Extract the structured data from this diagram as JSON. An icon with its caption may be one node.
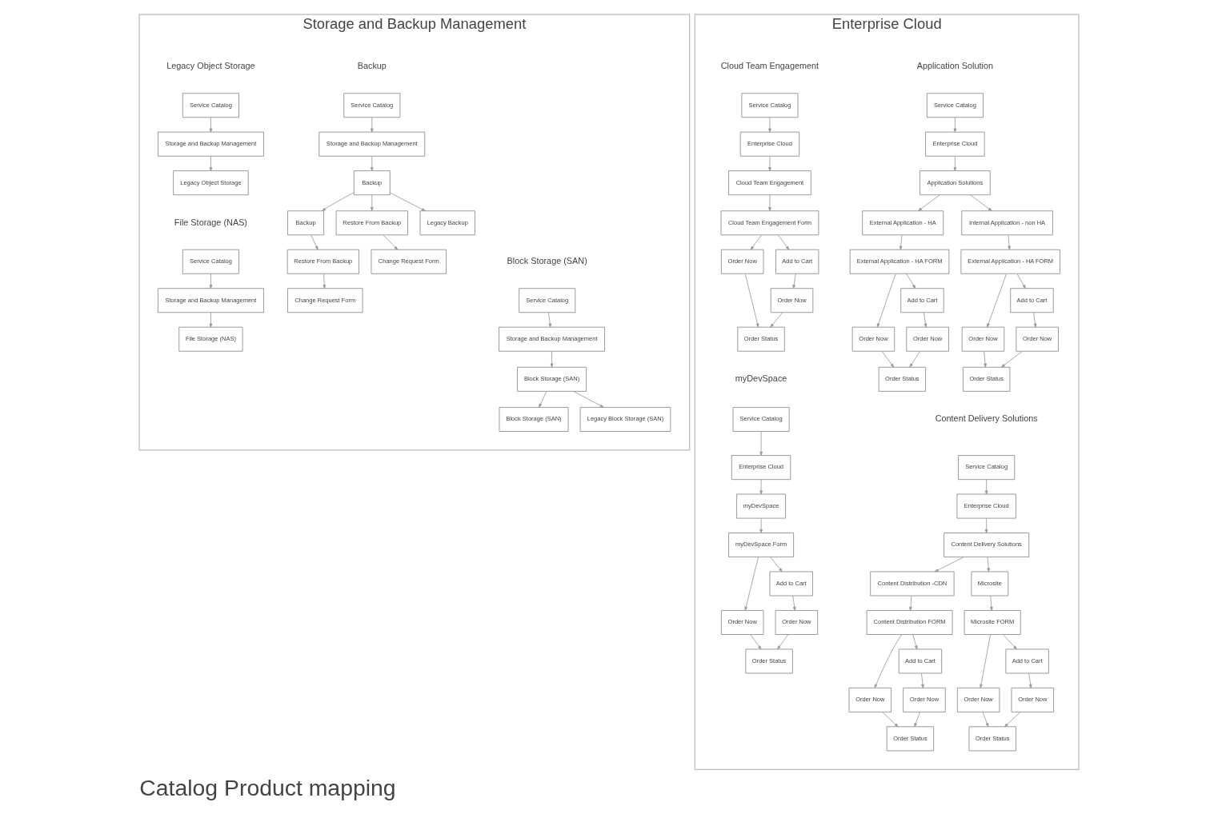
{
  "diagram": {
    "title": "Catalog Product mapping",
    "nodes": [
      {
        "text": [
          "Storage and Backup Management"
        ]
      },
      {
        "text": [
          "Service Catalog"
        ],
        "in": 0
      },
      {
        "text": [
          "Storage and Backup Management"
        ],
        "in": 0
      },
      {
        "text": [
          "Backup"
        ],
        "in": 0
      },
      {
        "text": [
          "Backup"
        ],
        "in": 0
      },
      {
        "text": [
          "Restore From Backup"
        ],
        "in": 0
      },
      {
        "text": [
          "Change Request Form"
        ],
        "in": 0
      },
      {
        "text": [
          "Restore From Backup"
        ],
        "in": 0
      },
      {
        "text": [
          "Change Request Form"
        ],
        "in": 0
      },
      {
        "text": [
          "Legacy Backup"
        ],
        "in": 0
      },
      {
        "text": [
          "Service Catalog"
        ],
        "in": 0
      },
      {
        "text": [
          "Storage and Backup Management"
        ],
        "in": 0
      },
      {
        "text": [
          "Legacy Object Storage"
        ],
        "in": 0
      },
      {
        "text": [
          "Service Catalog"
        ],
        "in": 0
      },
      {
        "text": [
          "Storage and Backup Management"
        ],
        "in": 0
      },
      {
        "text": [
          "Block Storage (SAN)"
        ],
        "in": 0
      },
      {
        "text": [
          "Block Storage (SAN)"
        ],
        "in": 0
      },
      {
        "text": [
          "Legacy Block Storage (SAN)"
        ],
        "in": 0
      },
      {
        "text": [
          "Service Catalog"
        ],
        "in": 0
      },
      {
        "text": [
          "Storage and Backup Management"
        ],
        "in": 0
      },
      {
        "text": [
          "File Storage (NAS)"
        ],
        "in": 0
      },
      {
        "text": [
          "Enterprise Cloud"
        ]
      },
      {
        "text": [
          "Service Catalog"
        ],
        "in": 21
      },
      {
        "text": [
          "Enterprise Cloud"
        ],
        "in": 21
      },
      {
        "text": [
          "Application Solutions"
        ],
        "in": 21
      },
      {
        "text": [
          "External Application - HA"
        ],
        "in": 21
      },
      {
        "text": [
          "Internal Application - non HA"
        ],
        "in": 21
      },
      {
        "text": [
          "External Application - HA FORM"
        ],
        "in": 21
      },
      {
        "text": [
          "External Application - HA FORM"
        ],
        "in": 21
      },
      {
        "text": [
          "Order Now"
        ],
        "in": 21
      },
      {
        "text": [
          "Add to Cart"
        ],
        "in": 21
      },
      {
        "text": [
          "Order Now"
        ],
        "in": 21
      },
      {
        "text": [
          "Add to Cart"
        ],
        "in": 21
      },
      {
        "text": [
          "Order Now"
        ],
        "in": 21
      },
      {
        "text": [
          "Order Now"
        ],
        "in": 21
      },
      {
        "text": [
          "Order Status"
        ],
        "in": 21
      },
      {
        "text": [
          "Order Status"
        ],
        "in": 21
      },
      {
        "text": [
          "Service Catalog"
        ],
        "in": 21
      },
      {
        "text": [
          "Enterprise Cloud"
        ],
        "in": 21
      },
      {
        "text": [
          "Cloud Team Engagement"
        ],
        "in": 21
      },
      {
        "text": [
          "Cloud Team Engagement Form"
        ],
        "in": 21
      },
      {
        "text": [
          "Order Now"
        ],
        "in": 21
      },
      {
        "text": [
          "Add to Cart"
        ],
        "in": 21
      },
      {
        "text": [
          "Order Now"
        ],
        "in": 21
      },
      {
        "text": [
          "Order Status"
        ],
        "in": 21
      },
      {
        "text": [
          "Service Catalog"
        ],
        "in": 21
      },
      {
        "text": [
          "Enterprise Cloud"
        ],
        "in": 21
      },
      {
        "text": [
          "Content Delivery Solutions"
        ],
        "in": 21
      },
      {
        "text": [
          "Content Distribution -CDN"
        ],
        "in": 21
      },
      {
        "text": [
          "Microsite"
        ],
        "in": 21
      },
      {
        "text": [
          "Content Distribution FORM"
        ],
        "in": 21
      },
      {
        "text": [
          "Microsite FORM"
        ],
        "in": 21
      },
      {
        "text": [
          "Order Now"
        ],
        "in": 21
      },
      {
        "text": [
          "Add to Cart"
        ],
        "in": 21
      },
      {
        "text": [
          "Order Now"
        ],
        "in": 21
      },
      {
        "text": [
          "Add to Cart"
        ],
        "in": 21
      },
      {
        "text": [
          "Order Now"
        ],
        "in": 21
      },
      {
        "text": [
          "Order Now"
        ],
        "in": 21
      },
      {
        "text": [
          "Order Status"
        ],
        "in": 21
      },
      {
        "text": [
          "Order Status"
        ],
        "in": 21
      },
      {
        "text": [
          "Service Catalog"
        ],
        "in": 21
      },
      {
        "text": [
          "Enterprise Cloud"
        ],
        "in": 21
      },
      {
        "text": [
          "myDevSpace"
        ],
        "in": 21
      },
      {
        "text": [
          "myDevSpace Form"
        ],
        "in": 21
      },
      {
        "text": [
          "Order Now"
        ],
        "in": 21
      },
      {
        "text": [
          "Add to Cart"
        ],
        "in": 21
      },
      {
        "text": [
          "Order Now"
        ],
        "in": 21
      },
      {
        "text": [
          "Order Status"
        ],
        "in": 21
      }
    ],
    "edges": [
      {
        "from": 1,
        "to": 2,
        "arrow": "to"
      },
      {
        "from": 2,
        "to": 3,
        "arrow": "to"
      },
      {
        "from": 3,
        "to": 4,
        "arrow": "to"
      },
      {
        "from": 3,
        "to": 7,
        "arrow": "to"
      },
      {
        "from": 3,
        "to": 9,
        "arrow": "to"
      },
      {
        "from": 4,
        "to": 5,
        "arrow": "to"
      },
      {
        "from": 5,
        "to": 6,
        "arrow": "to"
      },
      {
        "from": 7,
        "to": 8,
        "arrow": "to"
      },
      {
        "from": 10,
        "to": 11,
        "arrow": "to"
      },
      {
        "from": 11,
        "to": 12,
        "arrow": "to"
      },
      {
        "from": 13,
        "to": 14,
        "arrow": "to"
      },
      {
        "from": 14,
        "to": 15,
        "arrow": "to"
      },
      {
        "from": 15,
        "to": 16,
        "arrow": "to"
      },
      {
        "from": 15,
        "to": 17,
        "arrow": "to"
      },
      {
        "from": 18,
        "to": 19,
        "arrow": "to"
      },
      {
        "from": 19,
        "to": 20,
        "arrow": "to"
      },
      {
        "from": 22,
        "to": 23,
        "arrow": "to"
      },
      {
        "from": 23,
        "to": 24,
        "arrow": "to"
      },
      {
        "from": 24,
        "to": 25,
        "arrow": "to"
      },
      {
        "from": 24,
        "to": 26,
        "arrow": "to"
      },
      {
        "from": 25,
        "to": 27,
        "arrow": "to"
      },
      {
        "from": 26,
        "to": 28,
        "arrow": "to"
      },
      {
        "from": 27,
        "to": 29,
        "arrow": "to"
      },
      {
        "from": 27,
        "to": 30,
        "arrow": "to"
      },
      {
        "from": 28,
        "to": 31,
        "arrow": "to"
      },
      {
        "from": 28,
        "to": 32,
        "arrow": "to"
      },
      {
        "from": 30,
        "to": 33,
        "arrow": "to"
      },
      {
        "from": 32,
        "to": 34,
        "arrow": "to"
      },
      {
        "from": 29,
        "to": 35,
        "arrow": "to"
      },
      {
        "from": 33,
        "to": 35,
        "arrow": "to"
      },
      {
        "from": 31,
        "to": 36,
        "arrow": "to"
      },
      {
        "from": 34,
        "to": 36,
        "arrow": "to"
      },
      {
        "from": 37,
        "to": 38,
        "arrow": "to"
      },
      {
        "from": 38,
        "to": 39,
        "arrow": "to"
      },
      {
        "from": 39,
        "to": 40,
        "arrow": "to"
      },
      {
        "from": 40,
        "to": 41,
        "arrow": "to"
      },
      {
        "from": 40,
        "to": 42,
        "arrow": "to"
      },
      {
        "from": 42,
        "to": 43,
        "arrow": "to"
      },
      {
        "from": 41,
        "to": 44,
        "arrow": "to"
      },
      {
        "from": 43,
        "to": 44,
        "arrow": "to"
      },
      {
        "from": 45,
        "to": 46,
        "arrow": "to"
      },
      {
        "from": 46,
        "to": 47,
        "arrow": "to"
      },
      {
        "from": 47,
        "to": 48,
        "arrow": "to"
      },
      {
        "from": 47,
        "to": 49,
        "arrow": "to"
      },
      {
        "from": 48,
        "to": 50,
        "arrow": "to"
      },
      {
        "from": 49,
        "to": 51,
        "arrow": "to"
      },
      {
        "from": 50,
        "to": 52,
        "arrow": "to"
      },
      {
        "from": 50,
        "to": 53,
        "arrow": "to"
      },
      {
        "from": 51,
        "to": 54,
        "arrow": "to"
      },
      {
        "from": 51,
        "to": 55,
        "arrow": "to"
      },
      {
        "from": 53,
        "to": 56,
        "arrow": "to"
      },
      {
        "from": 55,
        "to": 57,
        "arrow": "to"
      },
      {
        "from": 52,
        "to": 58,
        "arrow": "to"
      },
      {
        "from": 56,
        "to": 58,
        "arrow": "to"
      },
      {
        "from": 54,
        "to": 59,
        "arrow": "to"
      },
      {
        "from": 57,
        "to": 59,
        "arrow": "to"
      },
      {
        "from": 60,
        "to": 61,
        "arrow": "to"
      },
      {
        "from": 61,
        "to": 62,
        "arrow": "to"
      },
      {
        "from": 62,
        "to": 63,
        "arrow": "to"
      },
      {
        "from": 63,
        "to": 64,
        "arrow": "to"
      },
      {
        "from": 63,
        "to": 65,
        "arrow": "to"
      },
      {
        "from": 65,
        "to": 66,
        "arrow": "to"
      },
      {
        "from": 64,
        "to": 67,
        "arrow": "to"
      },
      {
        "from": 66,
        "to": 67,
        "arrow": "to"
      }
    ],
    "labels": [
      "Backup",
      "Legacy Object Storage",
      "Block Storage (SAN)",
      "File Storage (NAS)",
      "Application Solution",
      "Cloud Team Engagement",
      "Content Delivery Solutions",
      "myDevSpace"
    ]
  }
}
